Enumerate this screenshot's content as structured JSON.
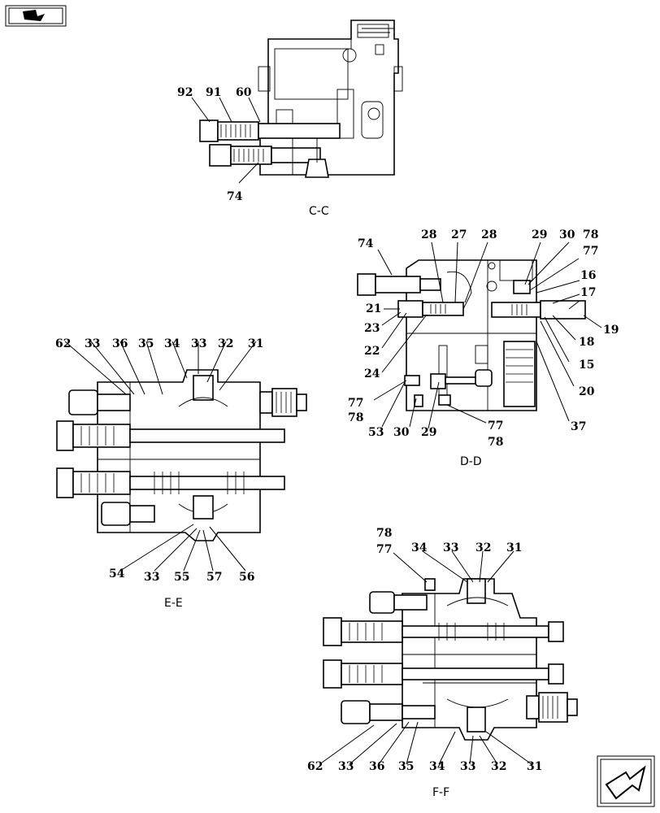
{
  "views": {
    "cc": {
      "caption": "C-C",
      "labels": [
        "92",
        "91",
        "60",
        "74"
      ]
    },
    "dd": {
      "caption": "D-D",
      "labels": [
        "74",
        "28",
        "27",
        "28",
        "29",
        "30",
        "78",
        "77",
        "16",
        "17",
        "21",
        "23",
        "22",
        "24",
        "19",
        "18",
        "15",
        "20",
        "37",
        "77",
        "78",
        "53",
        "30",
        "29",
        "77",
        "78"
      ]
    },
    "ee": {
      "caption": "E-E",
      "labels": [
        "62",
        "33",
        "36",
        "35",
        "34",
        "33",
        "32",
        "31",
        "54",
        "33",
        "55",
        "57",
        "56"
      ]
    },
    "ff": {
      "caption": "F-F",
      "labels": [
        "78",
        "77",
        "34",
        "33",
        "32",
        "31",
        "62",
        "33",
        "36",
        "35",
        "34",
        "33",
        "32",
        "31"
      ]
    }
  },
  "icons": {
    "top_left": "book-arrow-icon",
    "bottom_right": "arrow-icon"
  }
}
